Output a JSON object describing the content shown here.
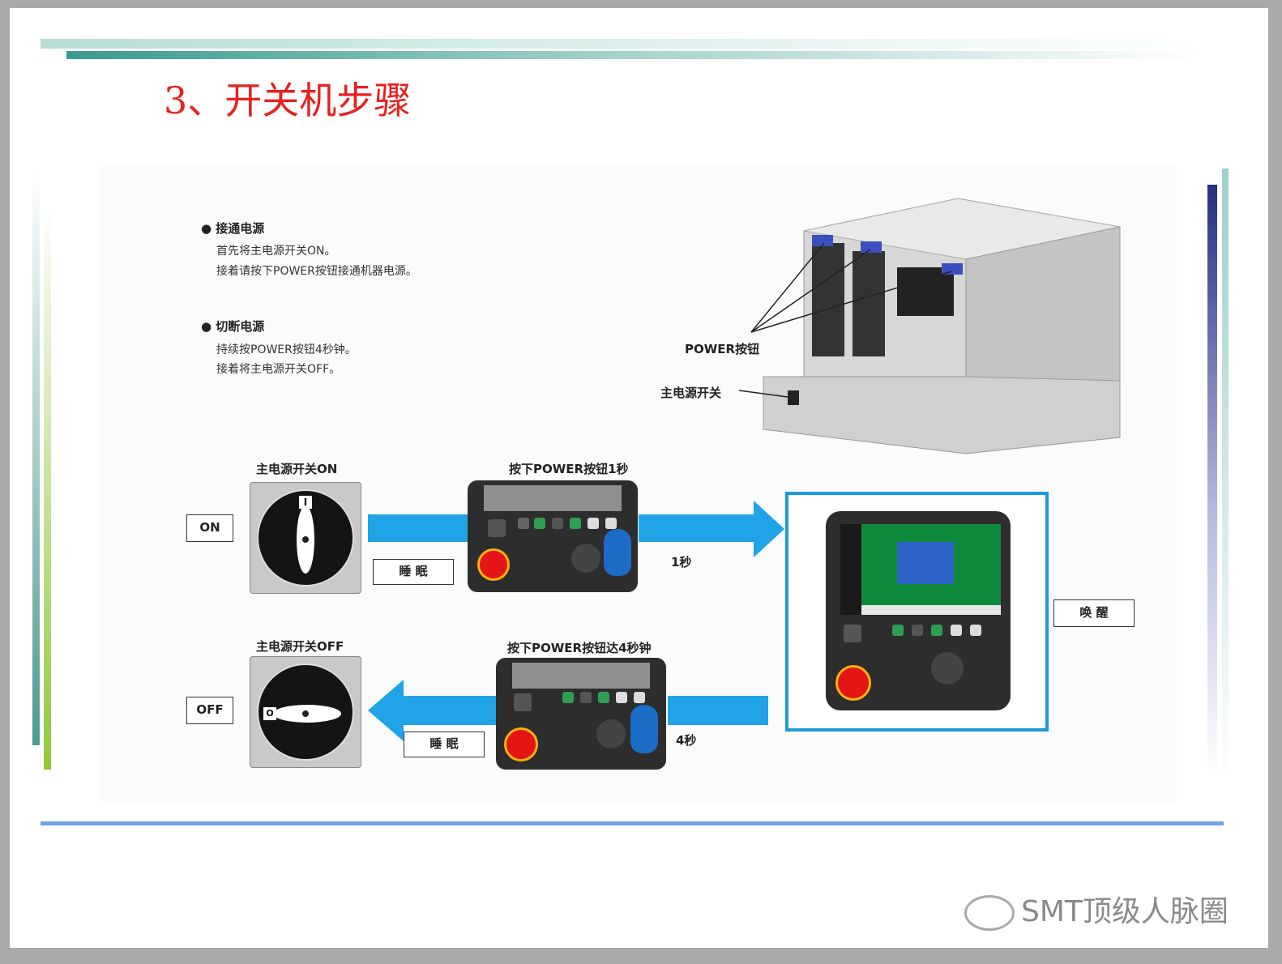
{
  "title": "3、开关机步骤",
  "instructions": {
    "power_on": {
      "heading": "● 接通电源",
      "line1": "首先将主电源开关ON。",
      "line2": "接着请按下POWER按钮接通机器电源。"
    },
    "power_off": {
      "heading": "● 切断电源",
      "line1": "持续按POWER按钮4秒钟。",
      "line2": "接着将主电源开关OFF。"
    }
  },
  "machine_callouts": {
    "power_button": "POWER按钮",
    "main_switch": "主电源开关"
  },
  "flow": {
    "on_switch_label": "主电源开关ON",
    "on_box": "ON",
    "dial_on_mark": "I",
    "press1_label": "按下POWER按钮1秒",
    "sleep1": "睡 眠",
    "one_sec": "1秒",
    "wake": "唤 醒",
    "off_switch_label": "主电源开关OFF",
    "off_box": "OFF",
    "dial_off_mark": "O",
    "press4_label": "按下POWER按钮达4秒钟",
    "sleep2": "睡 眠",
    "four_sec": "4秒"
  },
  "colors": {
    "title": "#e8201e",
    "arrow": "#21a4e7",
    "wake_frame": "#1e9bd7",
    "screen_green": "#0f8a3c"
  },
  "watermark": "SMT顶级人脉圈"
}
